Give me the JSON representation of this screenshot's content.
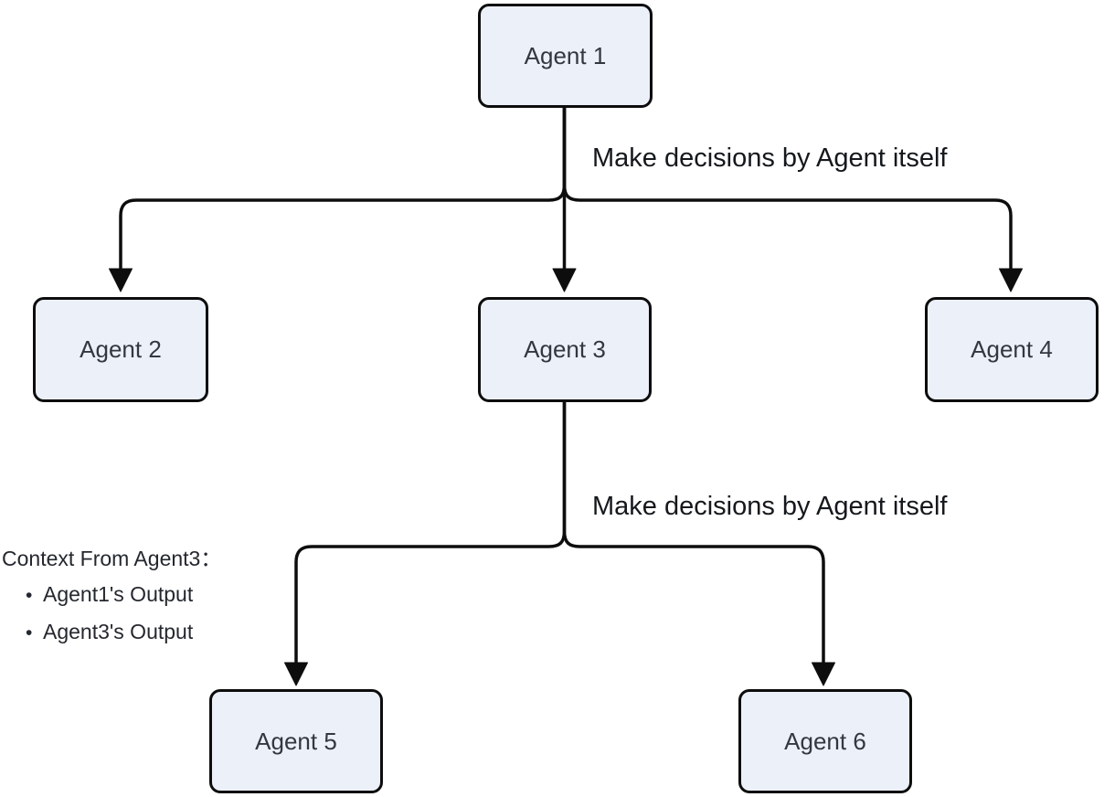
{
  "diagram": {
    "nodes": [
      {
        "id": "agent1",
        "label": "Agent 1"
      },
      {
        "id": "agent2",
        "label": "Agent 2"
      },
      {
        "id": "agent3",
        "label": "Agent 3"
      },
      {
        "id": "agent4",
        "label": "Agent 4"
      },
      {
        "id": "agent5",
        "label": "Agent 5"
      },
      {
        "id": "agent6",
        "label": "Agent 6"
      }
    ],
    "edge_labels": [
      {
        "text": "Make decisions by Agent itself"
      },
      {
        "text": "Make decisions by Agent itself"
      }
    ],
    "note": {
      "title": "Context From Agent3：",
      "bullet_glyph": "•",
      "items": [
        "Agent1's Output",
        "Agent3's Output"
      ]
    },
    "colors": {
      "node_fill": "#ECF0F9",
      "node_border": "#0D0D0D",
      "connector": "#0D0D0D",
      "node_text": "#333840",
      "label_text": "#15181C",
      "note_text": "#24282E"
    }
  }
}
